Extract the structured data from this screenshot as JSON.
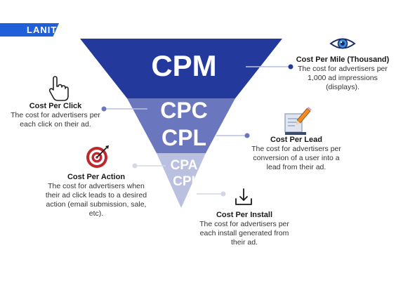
{
  "brand": {
    "name": "LANIT",
    "color": "#1f5fd9"
  },
  "tiers": [
    {
      "label": "CPM",
      "color": "#233a9c"
    },
    {
      "label": "CPC",
      "color": "#6a77bf"
    },
    {
      "label": "CPL",
      "color": "#6a77bf"
    },
    {
      "label": "CPA",
      "color": "#b9c0e0"
    },
    {
      "label": "CPI",
      "color": "#b9c0e0"
    }
  ],
  "metrics": {
    "cpm": {
      "title": "Cost Per Mile (Thousand)",
      "desc": "The cost for advertisers per 1,000 ad impressions (displays).",
      "icon": "eye-icon"
    },
    "cpc": {
      "title": "Cost Per Click",
      "desc": "The cost for advertisers per each click on their ad.",
      "icon": "pointer-hand-icon"
    },
    "cpl": {
      "title": "Cost Per Lead",
      "desc": "The cost for advertisers per conversion of a user into a lead from their ad.",
      "icon": "form-pencil-icon"
    },
    "cpa": {
      "title": "Cost Per Action",
      "desc": "The cost for advertisers when their ad click leads to a desired action (email submission, sale, etc).",
      "icon": "target-icon"
    },
    "cpi": {
      "title": "Cost Per Install",
      "desc": "The cost for advertisers per each install generated from their ad.",
      "icon": "download-icon"
    }
  }
}
